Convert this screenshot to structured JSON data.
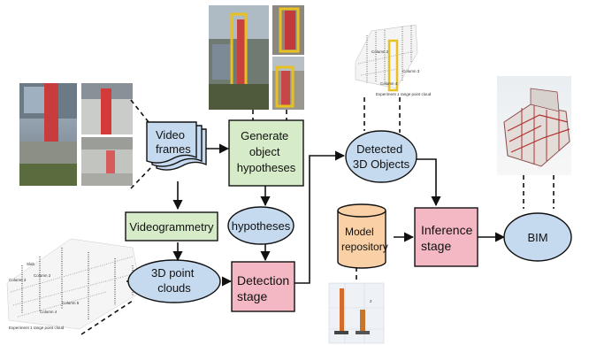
{
  "nodes": {
    "video_frames": [
      "Video",
      "frames"
    ],
    "generate": [
      "Generate",
      "object",
      "hypotheses"
    ],
    "videogrammetry": "Videogrammetry",
    "hypotheses": "hypotheses",
    "point_clouds": [
      "3D point",
      "clouds"
    ],
    "detection_stage": [
      "Detection",
      "stage"
    ],
    "detected_objects": [
      "Detected",
      "3D Objects"
    ],
    "model_repository": [
      "Model",
      "repository"
    ],
    "inference_stage": [
      "Inference",
      "stage"
    ],
    "bim": "BIM"
  },
  "thumbnail_text": {
    "cloud_columns": [
      "Slab",
      "Column 2",
      "Column 3",
      "Column 5",
      "Column 4"
    ],
    "cloud_caption": "Experiment 1 range point cloud",
    "detected_columns": [
      "Column 2",
      "Column 3",
      "Column 4"
    ],
    "detected_caption": "Experiment 1 range point cloud",
    "repository_label": "2"
  },
  "colors": {
    "green_box": "#d6ecc8",
    "pink_box": "#f4b8c4",
    "blue_node": "#c5d9ef",
    "cylinder": "#fad1a7",
    "highlight": "#e8c020",
    "column_red": "#d53a3a"
  }
}
